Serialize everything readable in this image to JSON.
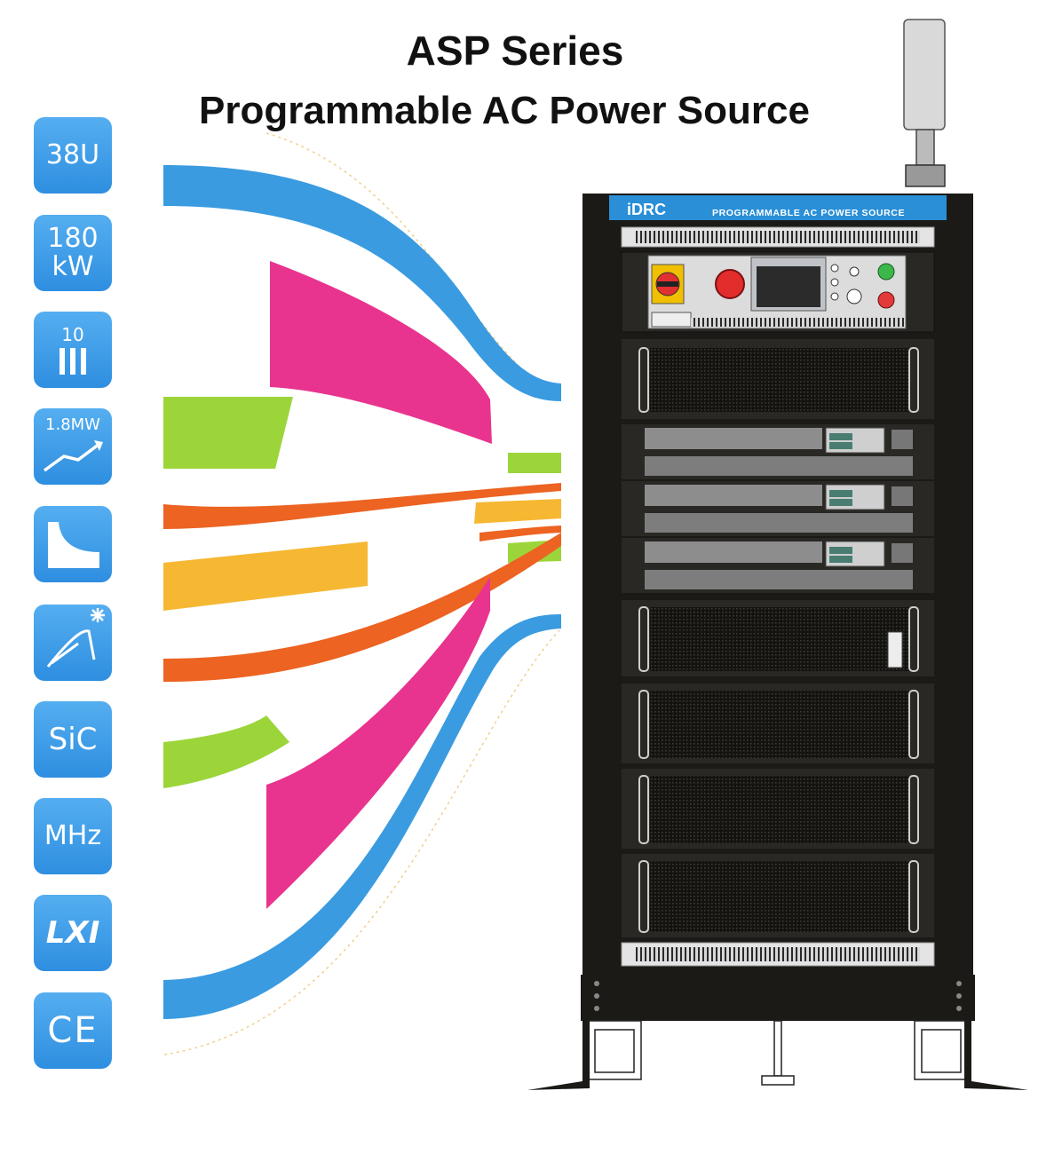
{
  "header": {
    "title": "ASP Series",
    "subtitle": "Programmable AC Power Source"
  },
  "badges": [
    {
      "label": "38U",
      "icon": "rack-units-badge"
    },
    {
      "label": "180\nkW",
      "icon": "power-badge"
    },
    {
      "label": "10",
      "icon": "parallel-units-badge"
    },
    {
      "label": "1.8MW",
      "icon": "power-scaling-badge"
    },
    {
      "label": "",
      "icon": "curve-badge"
    },
    {
      "label": "",
      "icon": "arc-spark-badge"
    },
    {
      "label": "SiC",
      "icon": "sic-badge"
    },
    {
      "label": "MHz",
      "icon": "mhz-badge"
    },
    {
      "label": "LXI",
      "icon": "lxi-badge"
    },
    {
      "label": "CE",
      "icon": "ce-mark-badge"
    }
  ],
  "cabinet": {
    "brand": "iDRC",
    "header_label": "PROGRAMMABLE AC POWER SOURCE"
  },
  "colors": {
    "accent_blue": "#3a9be0",
    "magenta": "#e8348e",
    "lime": "#9cd53a",
    "orange": "#ec6322",
    "yellow": "#f6b733",
    "cabinet": "#1c1a17"
  }
}
